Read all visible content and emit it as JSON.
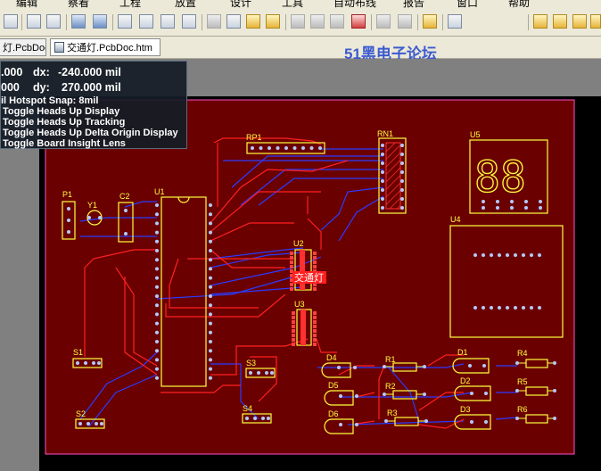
{
  "menu": {
    "items": [
      "编辑",
      "察看",
      "工程",
      "放置",
      "设计",
      "工具",
      "自动布线",
      "报告",
      "窗口",
      "帮助"
    ]
  },
  "tabs": [
    {
      "label": "灯.PcbDoc",
      "active": false
    },
    {
      "label": "交通灯.PcbDoc.htm",
      "active": true
    }
  ],
  "banner": "51黑电子论坛",
  "hud": {
    "x_value": ".000",
    "dx_label": "dx:",
    "dx_value": "-240.000 mil",
    "y_value": "000",
    "dy_label": "dy:",
    "dy_value": "270.000 mil",
    "snap": "il Hotspot Snap: 8mil",
    "options": [
      "Toggle Heads Up Display",
      "Toggle Heads Up Tracking",
      "Toggle Heads Up Delta Origin Display",
      "Toggle Board Insight Lens"
    ]
  },
  "pcb": {
    "board_label": "交通灯",
    "digit_display": "88",
    "designators": {
      "p1": "P1",
      "y1": "Y1",
      "c2": "C2",
      "u1": "U1",
      "rp1": "RP1",
      "rn1": "RN1",
      "u5": "U5",
      "u4": "U4",
      "u2": "U2",
      "u3": "U3",
      "s1": "S1",
      "s2": "S2",
      "s3": "S3",
      "s4": "S4",
      "d4": "D4",
      "d5": "D5",
      "d6": "D6",
      "r1": "R1",
      "r2": "R2",
      "r3": "R3",
      "d1": "D1",
      "d2": "D2",
      "d3": "D3",
      "r4": "R4",
      "r5": "R5",
      "r6": "R6"
    },
    "colors": {
      "board": "#6b0000",
      "top_layer": "#ff2020",
      "bottom_layer": "#2a3cff",
      "overlay": "#ffff40",
      "pad": "#b4c8ff",
      "outline": "#ff50c8"
    }
  }
}
